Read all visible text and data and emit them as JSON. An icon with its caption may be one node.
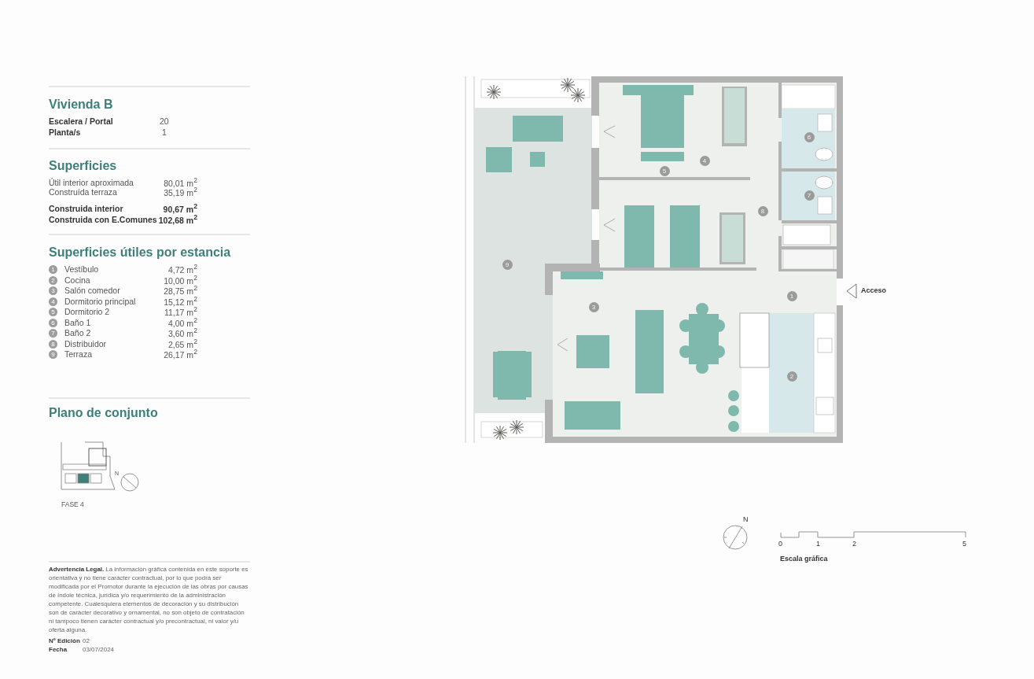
{
  "diagram": {
    "labels": [
      "Vivienda B",
      "Escalera / Portal",
      "20",
      "Planta/s",
      "1",
      "Superficies",
      "Útil interior aproximada",
      "80,01 m$^{2}$",
      "Construída terraza",
      "35,19 m$^{2}$",
      "Construida interior",
      "90,67 m$^{2}$",
      "Construida con E.Comunes",
      "102,68 m$^{2}$",
      "Superficies útiles por estancia",
      "1",
      "Vestíbulo",
      "4,72 m$^{2}$",
      "2",
      "Cocina",
      "10,00 m$^{2}$",
      "3",
      "Salón comedor",
      "28,75 m$^{2}$",
      "4",
      "Dormitorio principal",
      "15,12 m$^{2}$",
      "5",
      "Dormitorio 2",
      "11,17 m$^{2}$",
      "6",
      "Baño 1",
      "4,00 m$^{2}$",
      "7",
      "Baño 2",
      "3,60 m$^{2}$",
      "8",
      "Distribuidor",
      "2,65 m$^{2}$",
      "9",
      "Terraza",
      "26,17 m$^{2}$",
      "Plano de conjunto",
      "N",
      "FASE 4",
      "**Advertencia Legal.** La información gráfica contenida en este soporte es orientativa y no tiene carácter contractual, por lo que podrá ser modificada por el Promotor durante la ejecución de las obras por causas de índole técnica, jurídica y/o requerimiento de la administración competente. Cualesquiera elementos de decoración y su distribución son de carácter decorativo y ornamental, no son objeto de contratación ni tampoco tienen carácter contractual y/o precontractual, ni valor y/u oferta alguna.",
      "Nº Edición",
      "02",
      "Fecha",
      "03/07/2024",
      "6",
      "4",
      "5",
      "7",
      "8",
      "9",
      "1",
      "3",
      "2",
      "Acceso",
      "N",
      "0",
      "1",
      "2",
      "5",
      "Escala gráfica"
    ]
  }
}
